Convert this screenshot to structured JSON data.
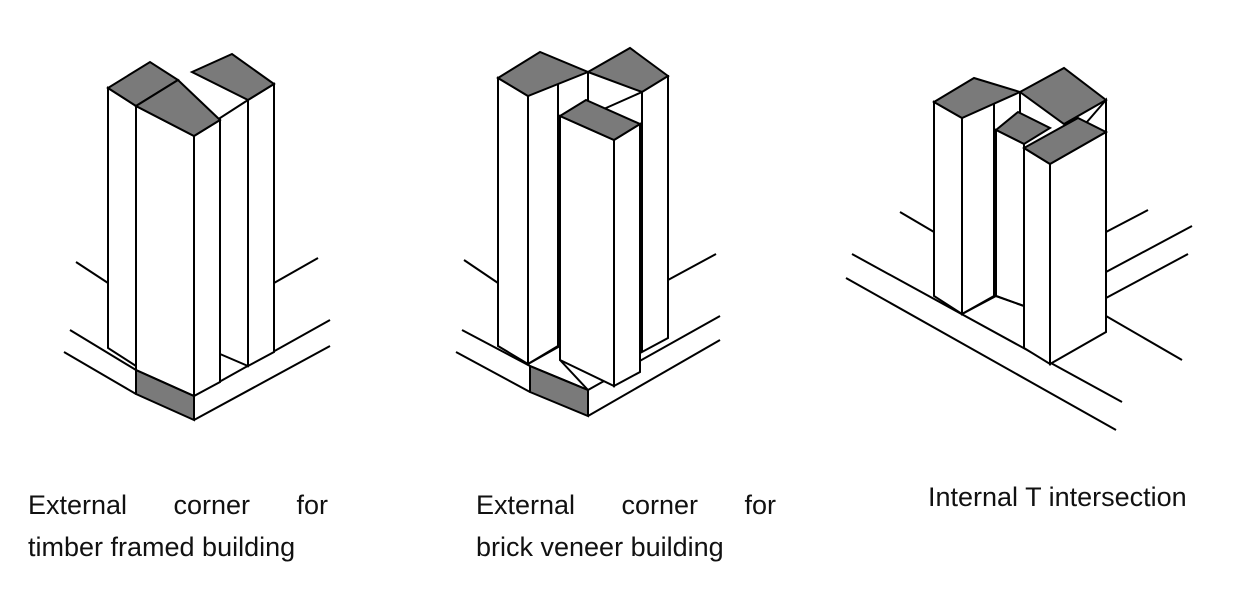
{
  "panels": [
    {
      "id": "timber",
      "caption_line1_words": [
        "External",
        "corner",
        "for"
      ],
      "caption_line2": "timber framed building"
    },
    {
      "id": "brick",
      "caption_line1_words": [
        "External",
        "corner",
        "for"
      ],
      "caption_line2": "brick veneer building"
    },
    {
      "id": "internal",
      "caption_line1": "Internal T intersection"
    }
  ],
  "colors": {
    "shade": "#7a7a7a",
    "line": "#000000",
    "background": "#ffffff"
  }
}
